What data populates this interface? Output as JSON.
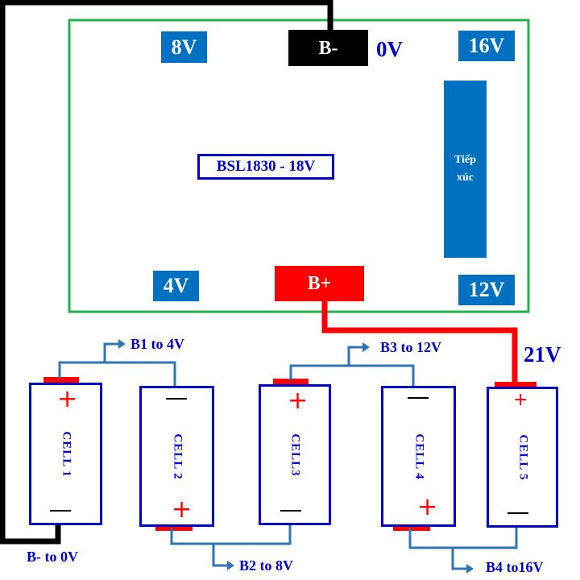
{
  "board": {
    "title": "BSL1830 - 18V",
    "b_minus": "B-",
    "b_plus": "B+",
    "contactor": "Tiếp xúc",
    "pads": {
      "v8": "8V",
      "v16": "16V",
      "v4": "4V",
      "v12": "12V"
    },
    "zero_label": "0V"
  },
  "pack_voltage": "21V",
  "cells": [
    {
      "name": "CELL 1",
      "top": "+",
      "bottom": "-"
    },
    {
      "name": "CELL 2",
      "top": "-",
      "bottom": "+"
    },
    {
      "name": "CELL3",
      "top": "+",
      "bottom": "-"
    },
    {
      "name": "CELL 4",
      "top": "-",
      "bottom": "+"
    },
    {
      "name": "CELL 5",
      "top": "+",
      "bottom": "-"
    }
  ],
  "taps": {
    "b1": "B1 to 4V",
    "b2": "B2 to 8V",
    "b3": "B3 to 12V",
    "b4": "B4 to16V",
    "bminus": "B- to 0V"
  },
  "colors": {
    "board_outline": "#22b14c",
    "pad": "#0070c0",
    "negative": "#000000",
    "positive": "#ff0000",
    "tap_wire": "#2e75b6",
    "cell_border": "#0000c8"
  }
}
